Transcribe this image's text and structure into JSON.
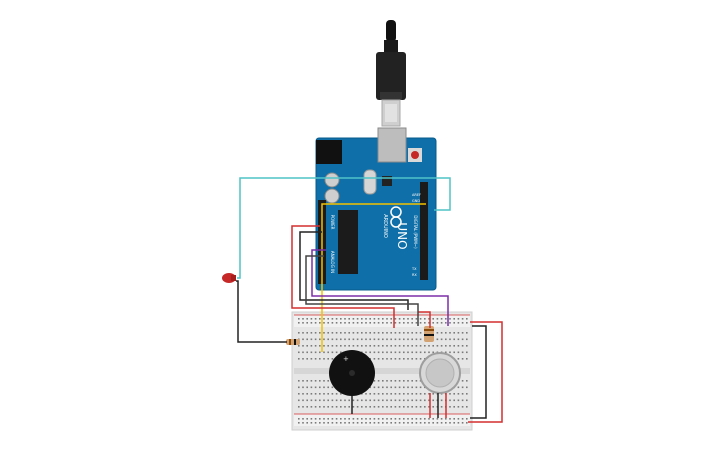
{
  "canvas": {
    "background": "#ffffff"
  },
  "arduino": {
    "model_text": "UNO",
    "brand_text": "ARDUINO",
    "digital_label": "DIGITAL (PWM~)",
    "power_label": "POWER",
    "analog_label": "ANALOG IN",
    "aref_label": "AREF",
    "gnd_label": "GND",
    "tx_label": "TX",
    "rx_label": "RX",
    "board_color": "#0f6fa8"
  },
  "components": {
    "usb_cable": "usb-cable",
    "led": "red-led",
    "resistor_led": "resistor",
    "resistor_sensor": "resistor",
    "buzzer": "piezo-buzzer",
    "gas_sensor": "gas-sensor",
    "breadboard": "breadboard"
  },
  "wire_colors": {
    "cyan": "#4fc3c7",
    "yellow": "#f2c200",
    "red": "#d32f2f",
    "black": "#222222",
    "purple": "#7b2fa8",
    "dark_gray": "#444444"
  }
}
